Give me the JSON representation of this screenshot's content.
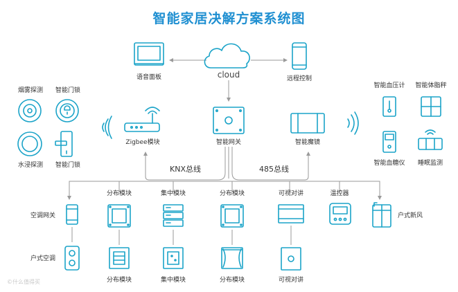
{
  "title": "智能家居决解方案系统图",
  "cloud": "cloud",
  "voice_panel": "语音面板",
  "remote_control": "远程控制",
  "smoke_detector": "烟雾探测",
  "smart_lock_a": "智能门锁",
  "water_detector": "水浸探测",
  "smart_lock_b": "智能门锁",
  "zigbee_module": "Zigbee模块",
  "smart_gateway": "智能网关",
  "smart_mirror": "智能魔镜",
  "bp_meter": "智能血压计",
  "body_fat_scale": "智能体脂秤",
  "glucose_meter": "智能血糖仪",
  "sleep_monitor": "睡眠监测",
  "knx_bus": "KNX总线",
  "rs485_bus": "485总线",
  "ac_gateway": "空调网关",
  "ac_unit": "户式空调",
  "dist_module_1": "分布模块",
  "central_module_top": "集中模块",
  "dist_module_2": "分布模块",
  "video_intercom_top": "可视对讲",
  "thermostat": "温控器",
  "fresh_air": "户式新风",
  "dist_module_3": "分布模块",
  "central_module_bottom": "集中模块",
  "dist_module_4": "分布模块",
  "video_intercom_bottom": "可视对讲",
  "watermark": "©什么值得买",
  "colors": {
    "accent": "#1aa3c8",
    "title": "#1f8fd1",
    "line": "#9a9a9a"
  }
}
